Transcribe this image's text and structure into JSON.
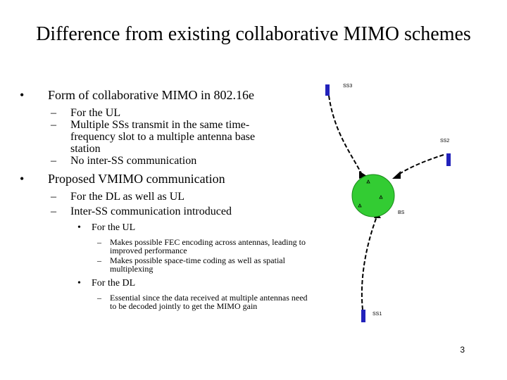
{
  "title": "Difference from existing collaborative MIMO schemes",
  "bullets": {
    "b1": "Form of collaborative MIMO in 802.16e",
    "b1_1": "For the UL",
    "b1_2": "Multiple SSs transmit in the same time-frequency slot to a multiple antenna base station",
    "b1_3": "No inter-SS communication",
    "b2": "Proposed VMIMO communication",
    "b2_1": "For the DL as well as UL",
    "b2_2": "Inter-SS communication introduced",
    "b2_2_1": "For the UL",
    "b2_2_1_1": "Makes possible FEC encoding across antennas, leading to improved performance",
    "b2_2_1_2": "Makes possible space-time coding as well as spatial multiplexing",
    "b2_2_2": "For the DL",
    "b2_2_2_1": "Essential since the data received at multiple antennas need to be decoded jointly to get the MIMO gain"
  },
  "diagram": {
    "ss3": "SS3",
    "ss2": "SS2",
    "bs": "BS",
    "ss1": "SS1",
    "bs_color": "#33cc33",
    "terminal_color": "#2222bb"
  },
  "page_number": "3"
}
